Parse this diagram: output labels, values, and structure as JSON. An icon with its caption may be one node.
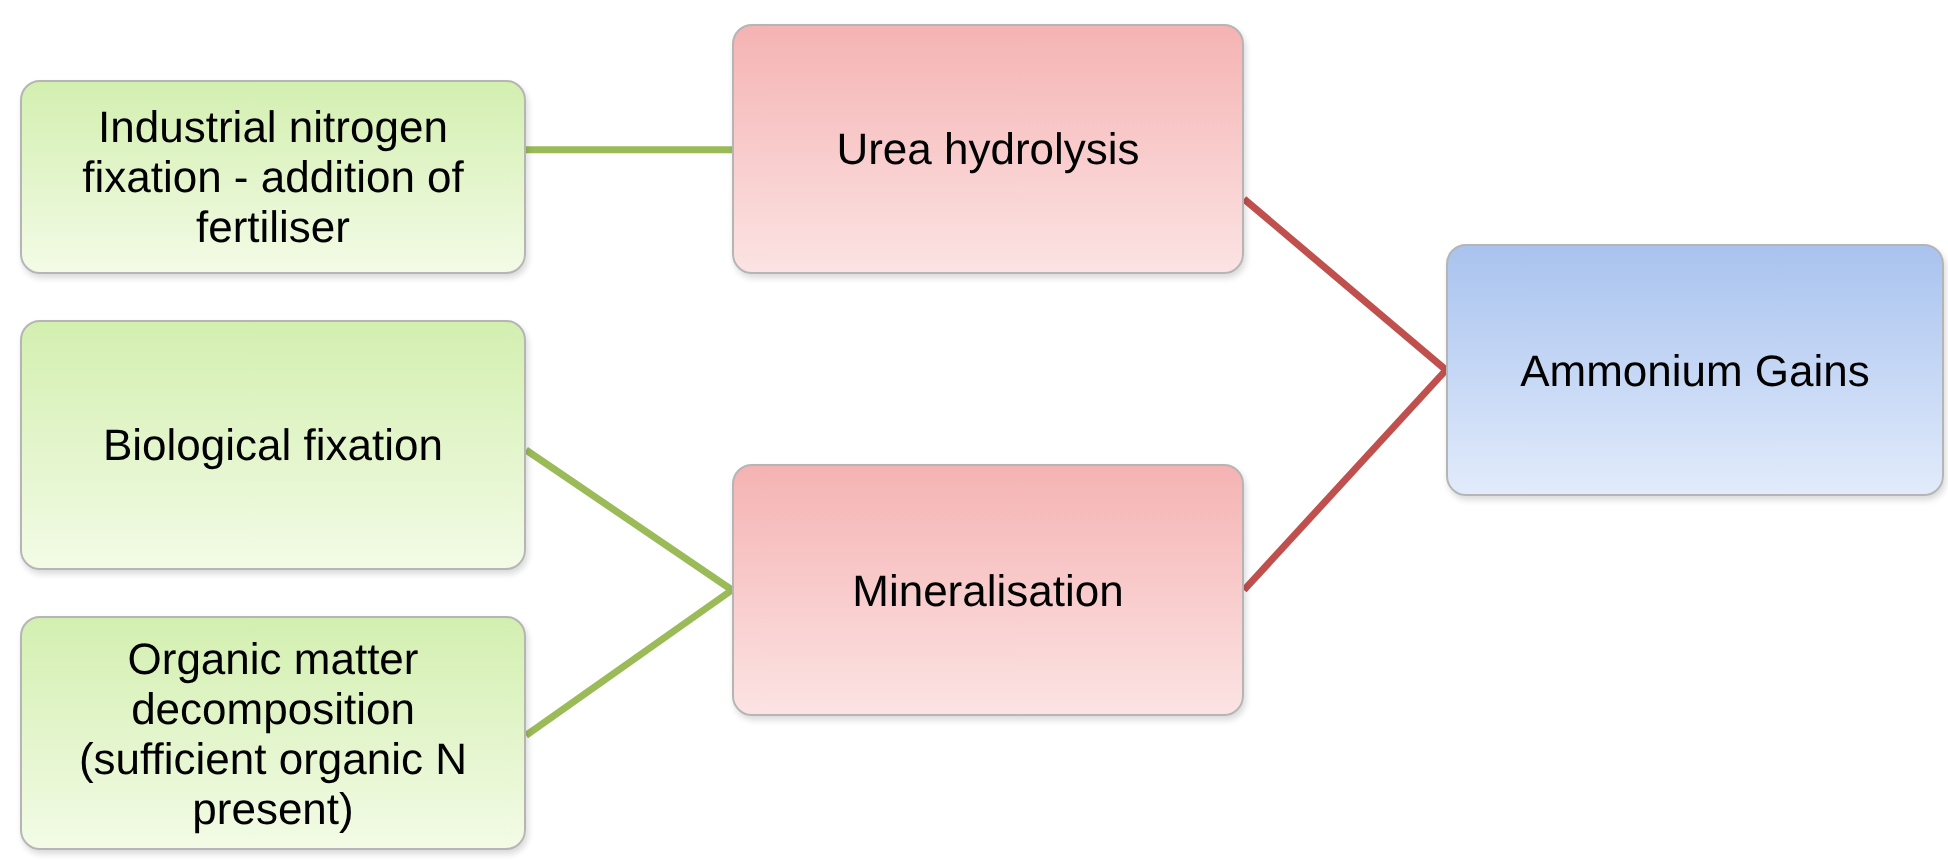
{
  "diagram": {
    "nodes": [
      {
        "text": [
          "Industrial nitrogen fixation - addition of fertiliser"
        ]
      },
      {
        "text": [
          "Biological fixation"
        ]
      },
      {
        "text": [
          "Organic matter decomposition (sufficient organic N present)"
        ]
      },
      {
        "text": [
          "Urea hydrolysis"
        ]
      },
      {
        "text": [
          "Mineralisation"
        ]
      },
      {
        "text": [
          "Ammonium Gains"
        ]
      }
    ],
    "edges": [
      {
        "from": 0,
        "to": 3,
        "arrow": "none"
      },
      {
        "from": 1,
        "to": 4,
        "arrow": "none"
      },
      {
        "from": 2,
        "to": 4,
        "arrow": "none"
      },
      {
        "from": 3,
        "to": 5,
        "arrow": "none",
        "color": "#c0504d"
      },
      {
        "from": 4,
        "to": 5,
        "arrow": "none",
        "color": "#c0504d"
      }
    ]
  }
}
